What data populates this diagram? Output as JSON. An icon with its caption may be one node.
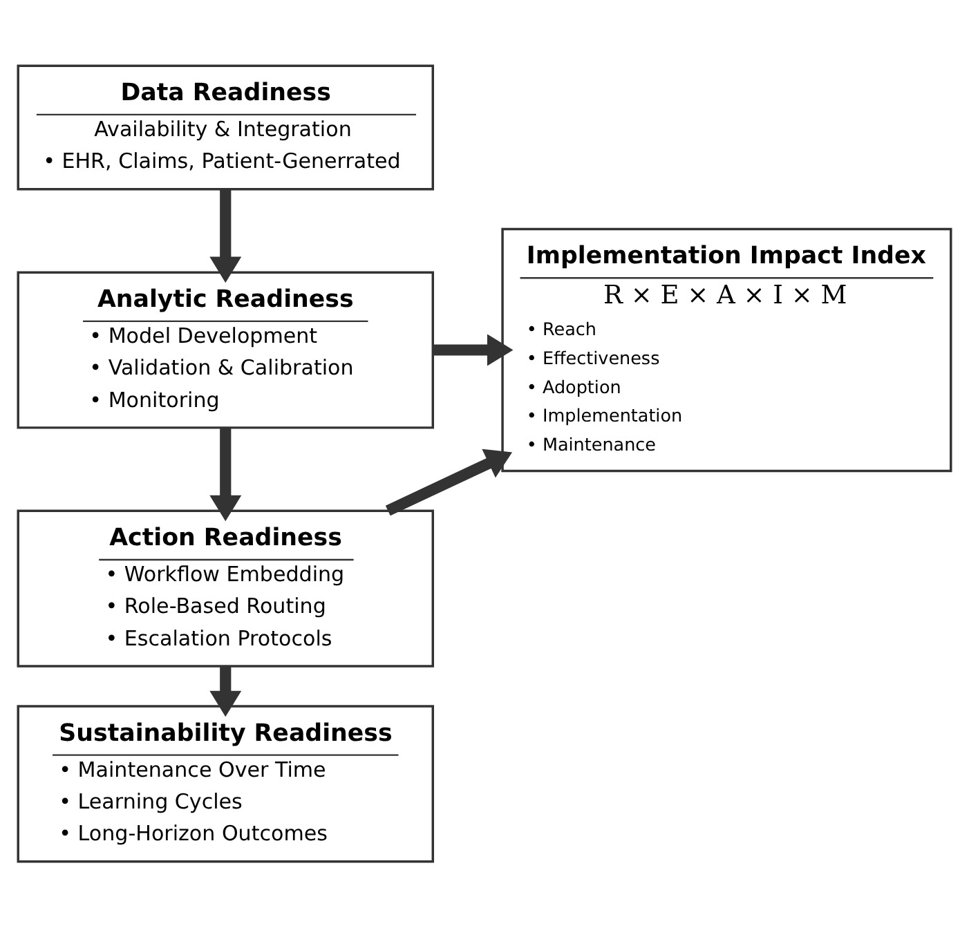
{
  "diagram": {
    "nodes": [
      {
        "text": [
          "Data Readiness",
          "Availability & Integration",
          "• EHR, Claims, Patient-Generrated"
        ]
      },
      {
        "text": [
          "Analytic Readiness",
          "• Model Development",
          "• Validation & Calibration",
          "• Monitoring"
        ]
      },
      {
        "text": [
          "Action Readiness",
          "• Workflow Embedding",
          "• Role-Based Routing",
          "• Escalation Protocols"
        ]
      },
      {
        "text": [
          "Sustainability Readiness",
          "• Maintenance Over Time",
          "• Learning Cycles",
          "• Long-Horizon Outcomes"
        ]
      },
      {
        "text": [
          "Implementation Impact Index",
          "R × E × A × I × M",
          "• Reach",
          "• Effectiveness",
          "• Adoption",
          "• Implementation",
          "• Maintenance"
        ]
      }
    ],
    "edges": [
      {
        "from": 0,
        "to": 1,
        "arrow": "to"
      },
      {
        "from": 1,
        "to": 2,
        "arrow": "to"
      },
      {
        "from": 2,
        "to": 3,
        "arrow": "to"
      },
      {
        "from": 1,
        "to": 4,
        "arrow": "to"
      },
      {
        "from": 2,
        "to": 4,
        "arrow": "to"
      }
    ]
  }
}
